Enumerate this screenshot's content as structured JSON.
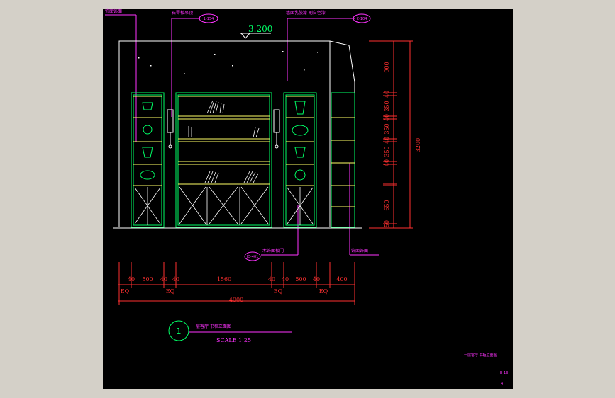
{
  "colors": {
    "sheet": "#000000",
    "frame": "#d4d0c8",
    "leader": "#ff33ff",
    "dimension": "#ff3030",
    "cabinet": "#00ff66",
    "shelf": "#ffff66",
    "outline": "#ffffff"
  },
  "elevation": {
    "level_mark": "3.200",
    "callouts": [
      "1-154",
      "C-104",
      "ID-401"
    ],
    "tags": [
      "饰面饰面",
      "石膏板吊顶",
      "墙面乳胶漆 刷白色漆",
      "木饰面板门",
      "饰面饰面"
    ]
  },
  "vertical_dims": {
    "segments": [
      "900",
      "40",
      "350",
      "40",
      "350",
      "40",
      "350",
      "40",
      "650",
      "50"
    ],
    "total": "3200"
  },
  "horizontal_dims": {
    "segments": [
      "40",
      "500",
      "40",
      "40",
      "1560",
      "40",
      "40",
      "500",
      "40",
      "400"
    ],
    "eq_labels": [
      "EQ",
      "EQ",
      "EQ",
      "EQ"
    ],
    "total": "4000"
  },
  "title_block": {
    "number": "1",
    "title": "一层客厅 书柜立面图",
    "scale": "SCALE 1:25"
  },
  "sheet_note": {
    "title": "一层客厅 书柜立面图",
    "code": "E-13",
    "page": "4"
  }
}
